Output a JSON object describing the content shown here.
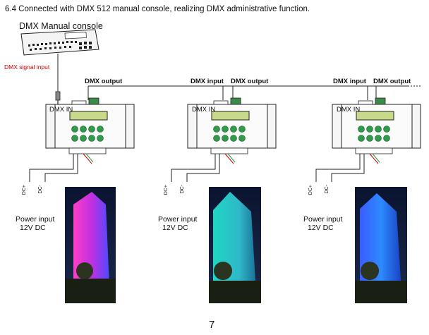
{
  "heading": "6.4 Connected with DMX 512 manual console, realizing DMX administrative function.",
  "console": {
    "label": "DMX Manual console"
  },
  "signal_input_label": "DMX signal input",
  "decoders": [
    {
      "in_label": "DMX IN",
      "output_label": "DMX output",
      "input_label": "",
      "power_label_1": "Power input",
      "power_label_2": "12V DC",
      "dc_plus": "DC+",
      "dc_minus": "DC-",
      "light_color": "magenta"
    },
    {
      "in_label": "DMX IN",
      "output_label": "DMX output",
      "input_label": "DMX input",
      "power_label_1": "Power input",
      "power_label_2": "12V DC",
      "dc_plus": "DC+",
      "dc_minus": "DC-",
      "light_color": "cyan"
    },
    {
      "in_label": "DMX IN",
      "output_label": "DMX output",
      "input_label": "DMX input",
      "power_label_1": "Power input",
      "power_label_2": "12V DC",
      "dc_plus": "DC+",
      "dc_minus": "DC-",
      "light_color": "blue"
    }
  ],
  "page_number": "7",
  "colors": {
    "signal": "#cc0000",
    "button": "#2e9a4a",
    "lcd": "#c9d98a"
  }
}
